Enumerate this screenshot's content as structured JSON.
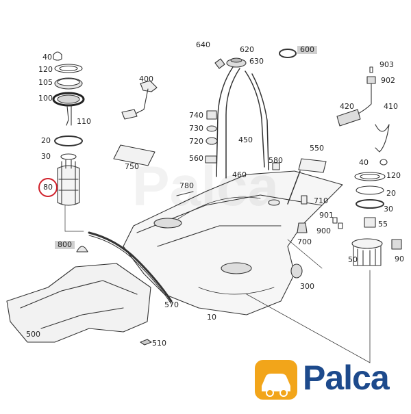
{
  "brand": {
    "name": "Palca",
    "color": "#1d4a8c",
    "accent": "#f2a51a"
  },
  "highlight_color": "#d0202a",
  "callouts": [
    {
      "id": "40a",
      "text": "40"
    },
    {
      "id": "120a",
      "text": "120"
    },
    {
      "id": "105",
      "text": "105"
    },
    {
      "id": "100",
      "text": "100"
    },
    {
      "id": "110",
      "text": "110"
    },
    {
      "id": "20a",
      "text": "20"
    },
    {
      "id": "30a",
      "text": "30"
    },
    {
      "id": "80",
      "text": "80"
    },
    {
      "id": "800",
      "text": "800"
    },
    {
      "id": "400",
      "text": "400"
    },
    {
      "id": "750",
      "text": "750"
    },
    {
      "id": "640",
      "text": "640"
    },
    {
      "id": "620",
      "text": "620"
    },
    {
      "id": "630",
      "text": "630"
    },
    {
      "id": "600",
      "text": "600"
    },
    {
      "id": "740",
      "text": "740"
    },
    {
      "id": "730",
      "text": "730"
    },
    {
      "id": "720",
      "text": "720"
    },
    {
      "id": "560",
      "text": "560"
    },
    {
      "id": "450",
      "text": "450"
    },
    {
      "id": "460",
      "text": "460"
    },
    {
      "id": "580",
      "text": "580"
    },
    {
      "id": "550",
      "text": "550"
    },
    {
      "id": "780",
      "text": "780"
    },
    {
      "id": "710",
      "text": "710"
    },
    {
      "id": "700",
      "text": "700"
    },
    {
      "id": "901",
      "text": "901"
    },
    {
      "id": "900",
      "text": "900"
    },
    {
      "id": "903",
      "text": "903"
    },
    {
      "id": "902",
      "text": "902"
    },
    {
      "id": "420",
      "text": "420"
    },
    {
      "id": "410",
      "text": "410"
    },
    {
      "id": "40b",
      "text": "40"
    },
    {
      "id": "120b",
      "text": "120"
    },
    {
      "id": "20b",
      "text": "20"
    },
    {
      "id": "30b",
      "text": "30"
    },
    {
      "id": "55",
      "text": "55"
    },
    {
      "id": "50",
      "text": "50"
    },
    {
      "id": "90",
      "text": "90"
    },
    {
      "id": "300",
      "text": "300"
    },
    {
      "id": "570",
      "text": "570"
    },
    {
      "id": "10",
      "text": "10"
    },
    {
      "id": "500",
      "text": "500"
    },
    {
      "id": "510",
      "text": "510"
    }
  ]
}
